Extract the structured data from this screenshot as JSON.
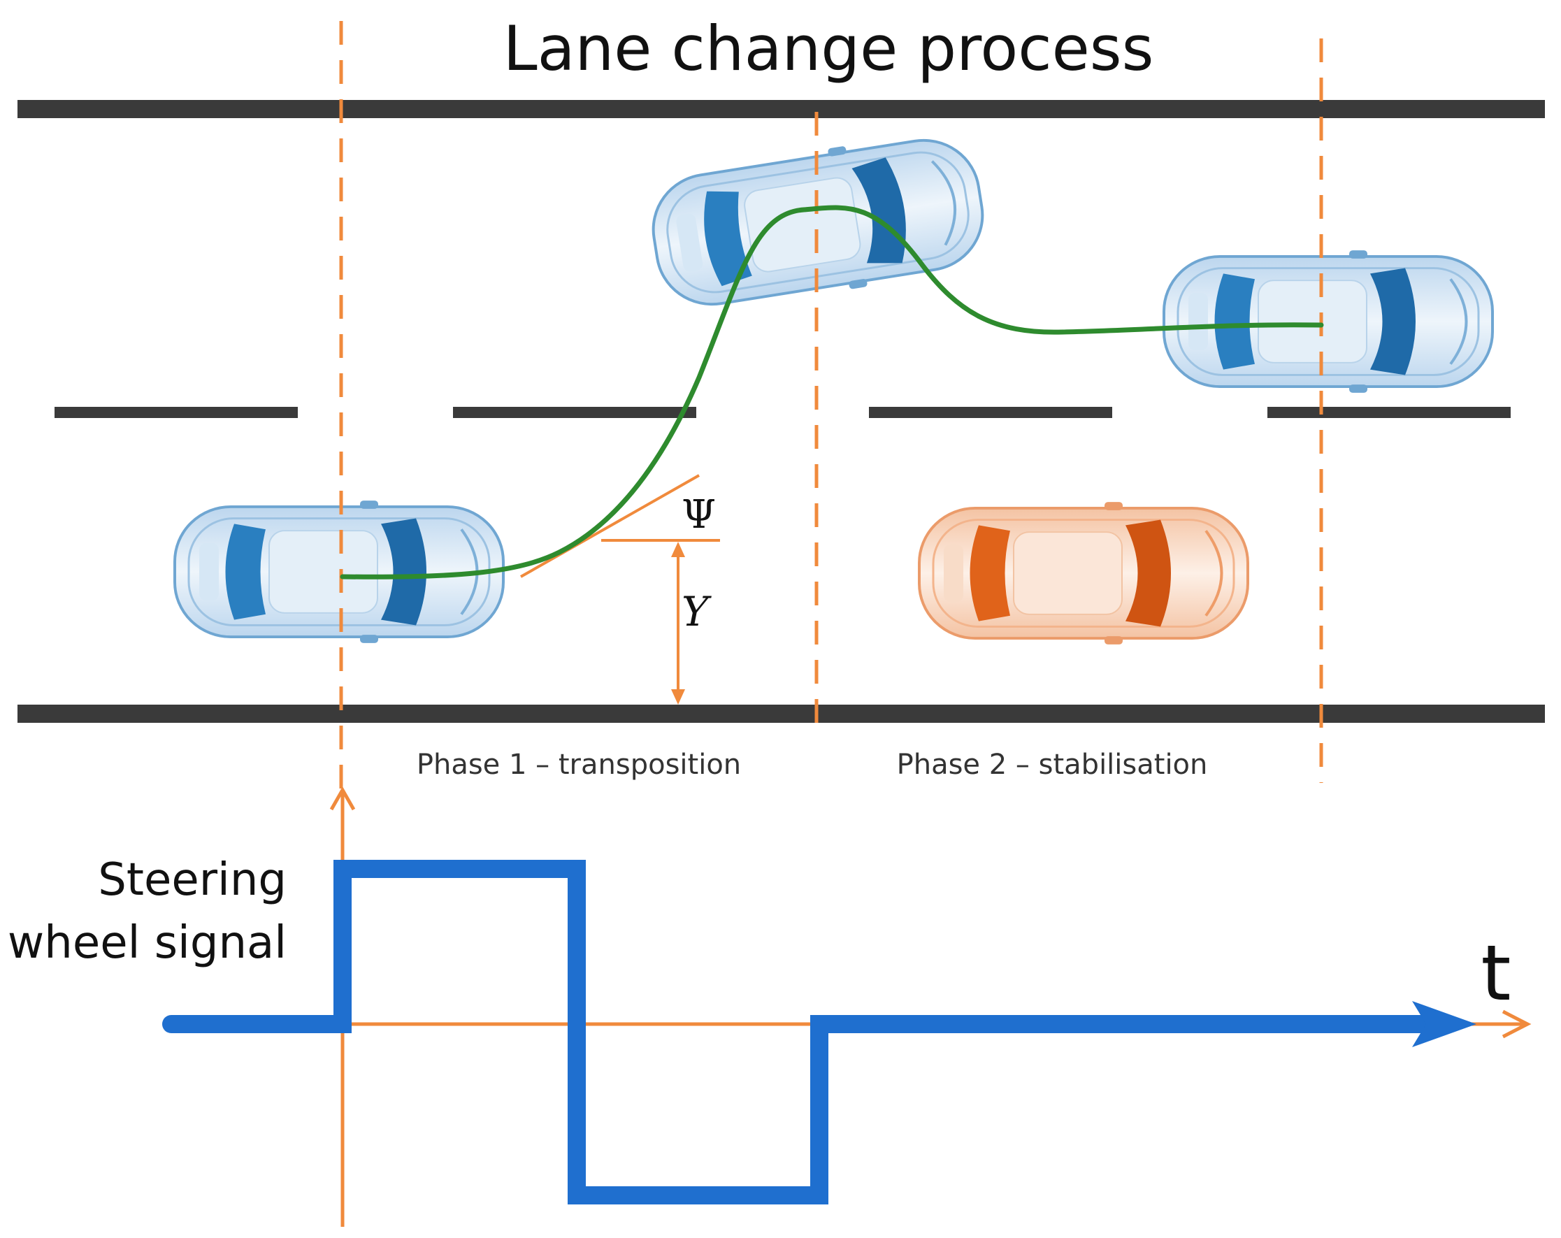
{
  "title": "Lane change process",
  "phases": {
    "phase1": "Phase 1 – transposition",
    "phase2": "Phase 2 – stabilisation"
  },
  "symbols": {
    "heading_angle": "Ψ",
    "lateral_offset": "Y"
  },
  "signal_plot": {
    "label_line1": "Steering",
    "label_line2": "wheel signal",
    "time_axis_label": "t"
  },
  "colors": {
    "road_line": "#3a3a3a",
    "guide_orange": "#f08a3c",
    "trajectory_green": "#2e8b2e",
    "signal_blue": "#1f6fcf",
    "car_blue": "#2a7fc0",
    "car_blue_light": "#cfe2f2",
    "car_orange": "#e0631a",
    "car_orange_light": "#f6d3bd"
  },
  "icons": {
    "ego_car": "car-top-view-icon",
    "obstacle_car": "car-top-view-icon"
  }
}
